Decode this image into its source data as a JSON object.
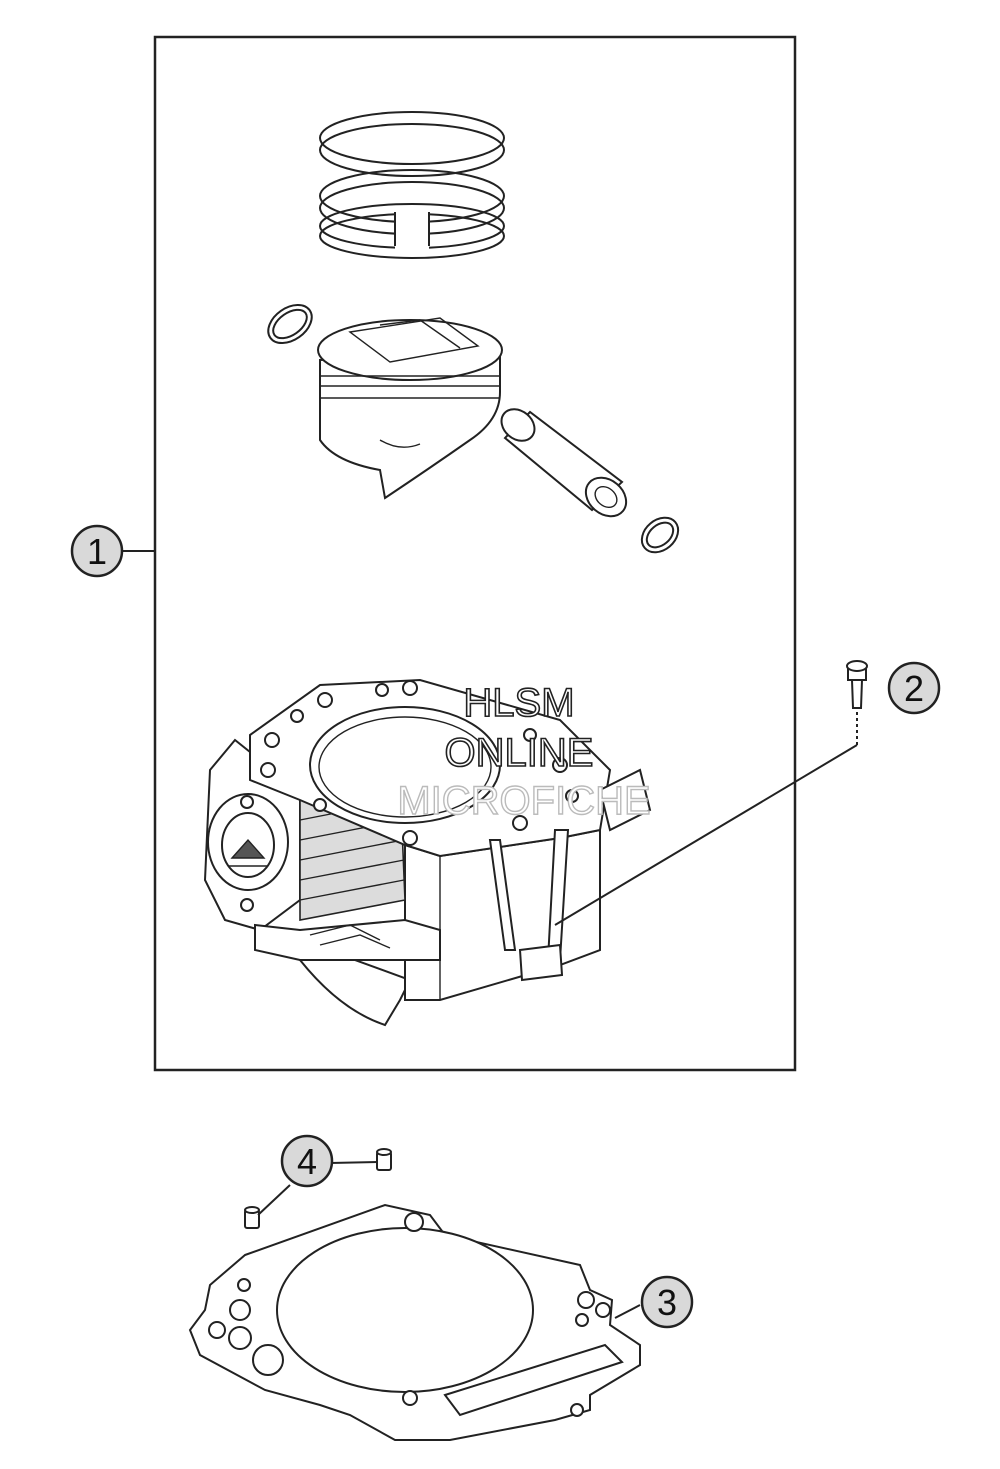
{
  "callouts": [
    {
      "id": "cylinder",
      "label": "1"
    },
    {
      "id": "screw",
      "label": "2"
    },
    {
      "id": "gasket",
      "label": "3"
    },
    {
      "id": "dowel",
      "label": "4"
    }
  ],
  "watermark": {
    "line1": "HLSM",
    "line2": "ONLINE",
    "line3": "MICROFICHE"
  },
  "colors": {
    "line": "#222222",
    "background": "#ffffff",
    "callout_fill": "#d9d9d9"
  }
}
